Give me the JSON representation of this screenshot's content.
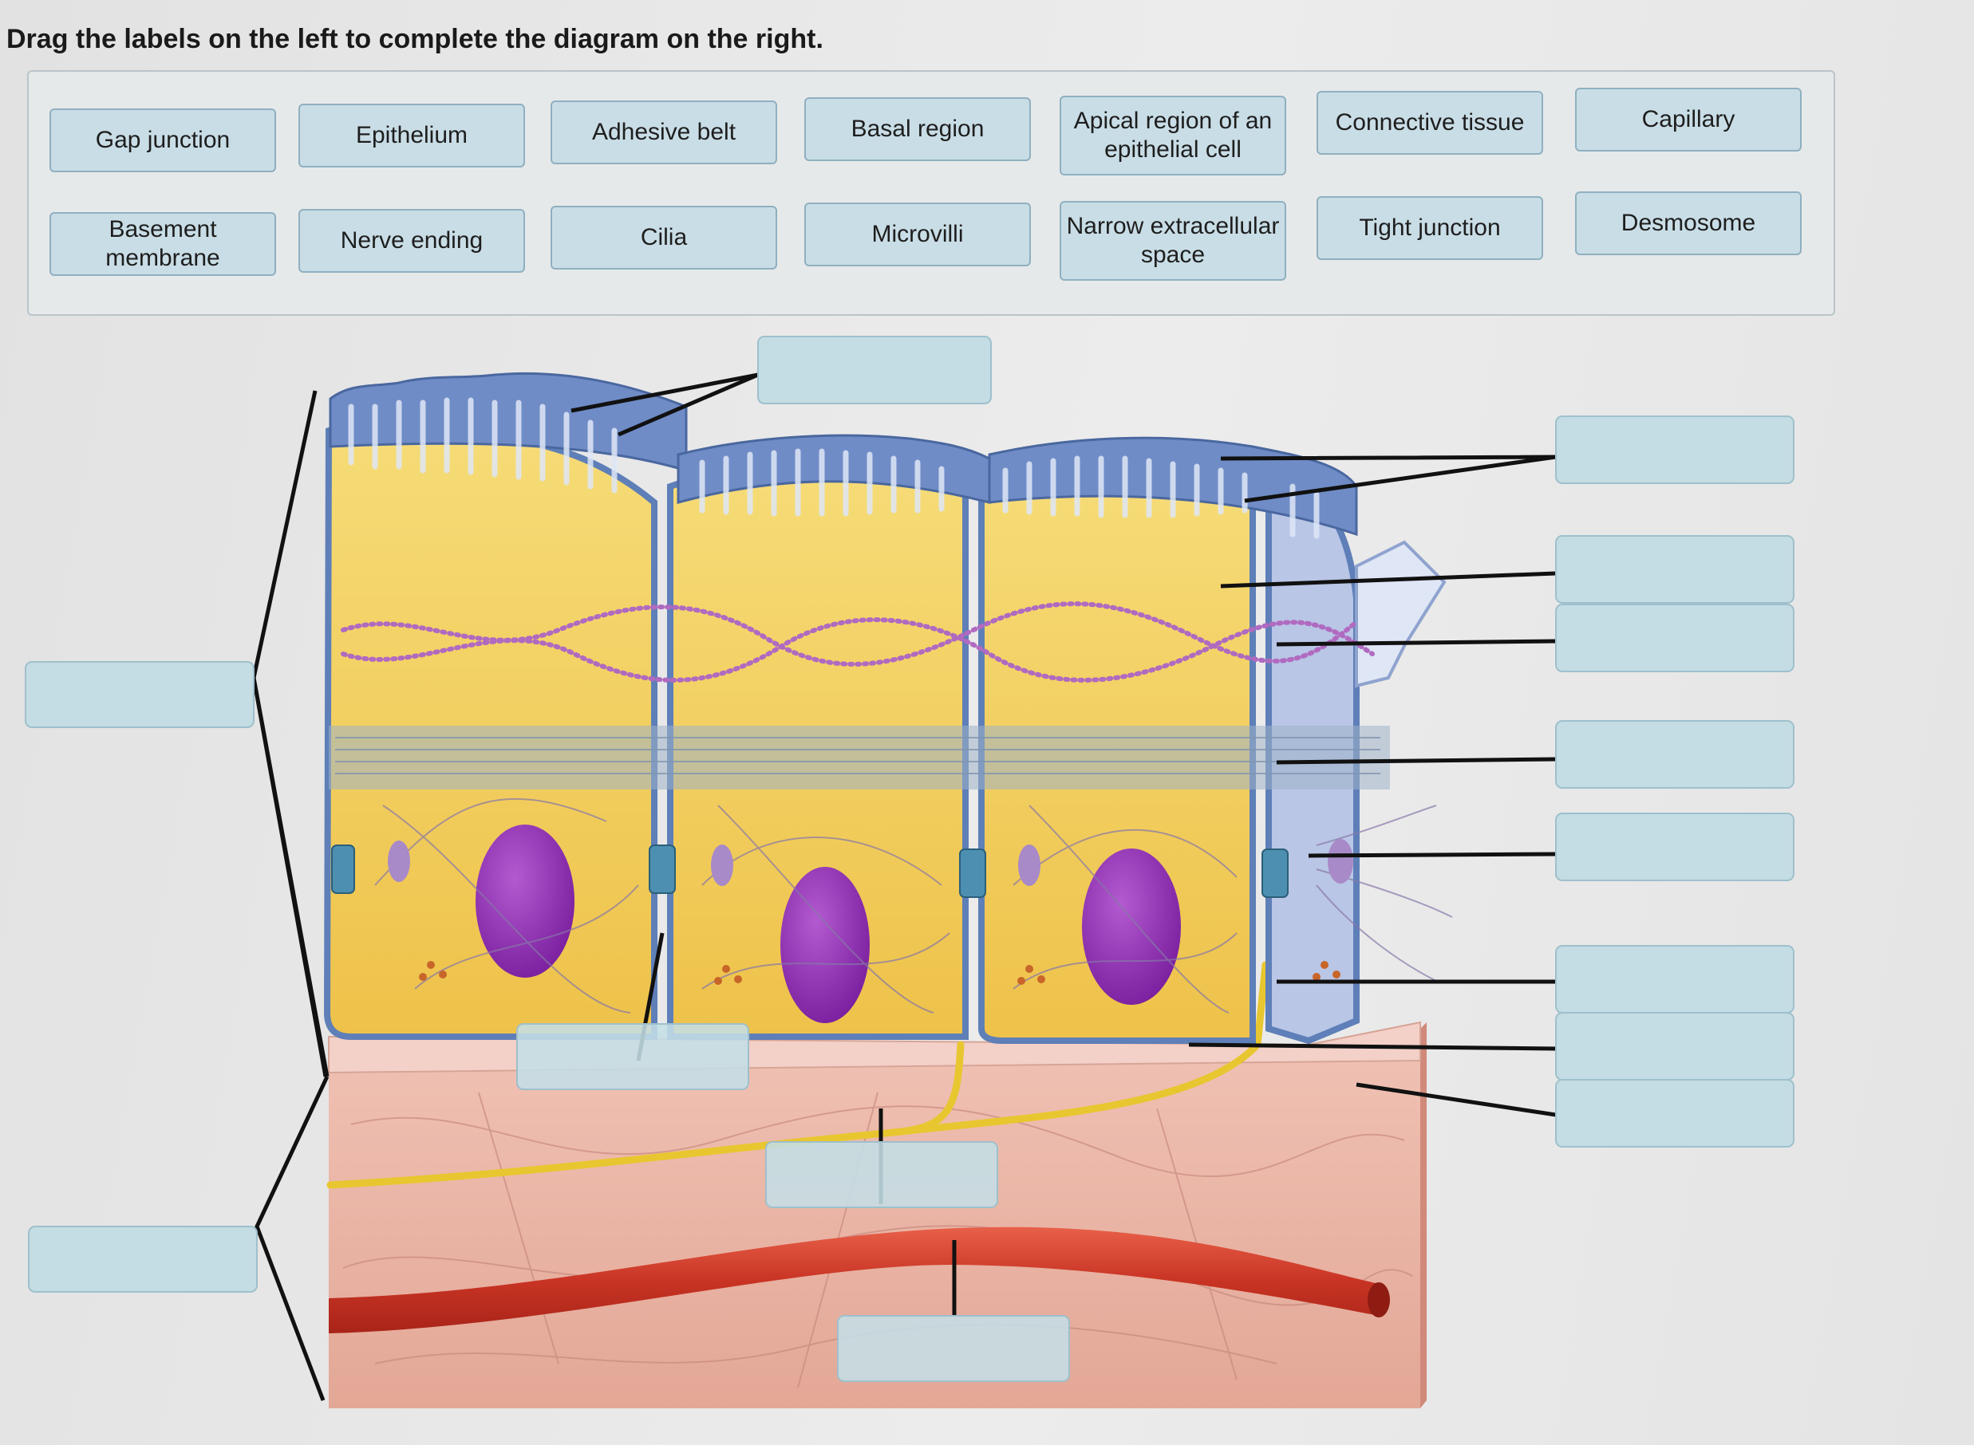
{
  "instruction": "Drag the labels on the left to complete the diagram on the right.",
  "labels": [
    "Gap junction",
    "Epithelium",
    "Adhesive belt",
    "Basal region",
    "Apical region of an epithelial cell",
    "Connective tissue",
    "Capillary",
    "Basement membrane",
    "Nerve ending",
    "Cilia",
    "Microvilli",
    "Narrow extracellular space",
    "Tight junction",
    "Desmosome"
  ],
  "drop_targets_empty": true,
  "colors": {
    "chip_fill": "#c9dde6",
    "chip_border": "#8fb0c0",
    "slot_fill": "#c4dce3",
    "cell_cytoplasm": "#f2cf5a",
    "cell_membrane": "#5e7fb8",
    "nucleus": "#8a2fb0",
    "connective_tissue": "#e8b1a6",
    "capillary": "#d8412e",
    "nerve": "#f0d030"
  }
}
